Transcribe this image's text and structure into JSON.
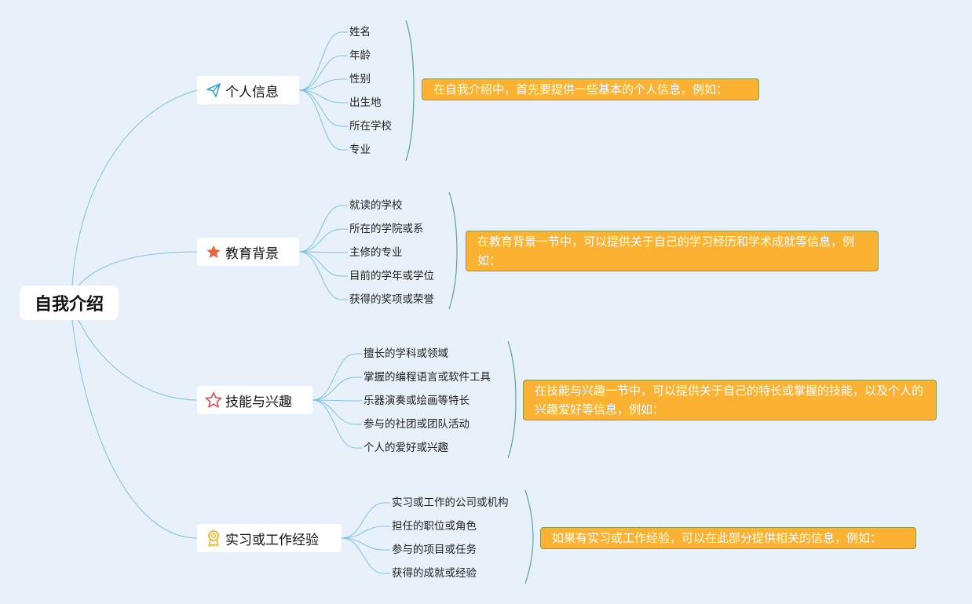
{
  "root": {
    "label": "自我介绍"
  },
  "branches": [
    {
      "label": "个人信息",
      "icon": "paper-plane-icon",
      "items": [
        "姓名",
        "年龄",
        "性别",
        "出生地",
        "所在学校",
        "专业"
      ],
      "note": "在自我介绍中，首先要提供一些基本的个人信息，例如："
    },
    {
      "label": "教育背景",
      "icon": "star-filled-icon",
      "items": [
        "就读的学校",
        "所在的学院或系",
        "主修的专业",
        "目前的学年或学位",
        "获得的奖项或荣誉"
      ],
      "note": "在教育背景一节中，可以提供关于自己的学习经历和学术成就等信息，例如："
    },
    {
      "label": "技能与兴趣",
      "icon": "star-outline-icon",
      "items": [
        "擅长的学科或领域",
        "掌握的编程语言或软件工具",
        "乐器演奏或绘画等特长",
        "参与的社团或团队活动",
        "个人的爱好或兴趣"
      ],
      "note": "在技能与兴趣一节中，可以提供关于自己的特长或掌握的技能，以及个人的兴趣爱好等信息，例如："
    },
    {
      "label": "实习或工作经验",
      "icon": "award-ribbon-icon",
      "items": [
        "实习或工作的公司或机构",
        "担任的职位或角色",
        "参与的项目或任务",
        "获得的成就或经验"
      ],
      "note": "如果有实习或工作经验，可以在此部分提供相关的信息，例如："
    }
  ],
  "colors": {
    "background": "#e8f1f9",
    "connector": "#7ec4e0",
    "bracket": "#5aa39a",
    "note_fill": "#fbb131",
    "plane_icon": "#3aa0d8",
    "star_filled": "#e8663d",
    "star_outline": "#e04646",
    "award_icon": "#f0b429"
  }
}
